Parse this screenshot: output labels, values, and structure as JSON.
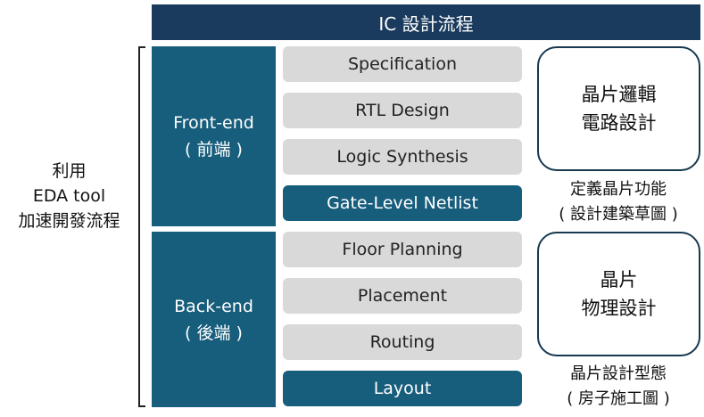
{
  "title": "IC 設計流程",
  "side_label": [
    "利用",
    "EDA tool",
    "加速開發流程"
  ],
  "front_end": {
    "label": "Front-end",
    "sub": "( 前端 )",
    "steps": [
      "Specification",
      "RTL Design",
      "Logic Synthesis",
      "Gate-Level Netlist"
    ]
  },
  "back_end": {
    "label": "Back-end",
    "sub": "( 後端 )",
    "steps": [
      "Floor Planning",
      "Placement",
      "Routing",
      "Layout"
    ]
  },
  "front_box": {
    "lines": [
      "晶片邏輯",
      "電路設計"
    ],
    "caption": [
      "定義晶片功能",
      "( 設計建築草圖 )"
    ]
  },
  "back_box": {
    "lines": [
      "晶片",
      "物理設計"
    ],
    "caption": [
      "晶片設計型態",
      "( 房子施工圖 )"
    ]
  },
  "colors": {
    "header": "#1a3a5e",
    "phase": "#175d7c",
    "step": "#d9d9d9"
  }
}
